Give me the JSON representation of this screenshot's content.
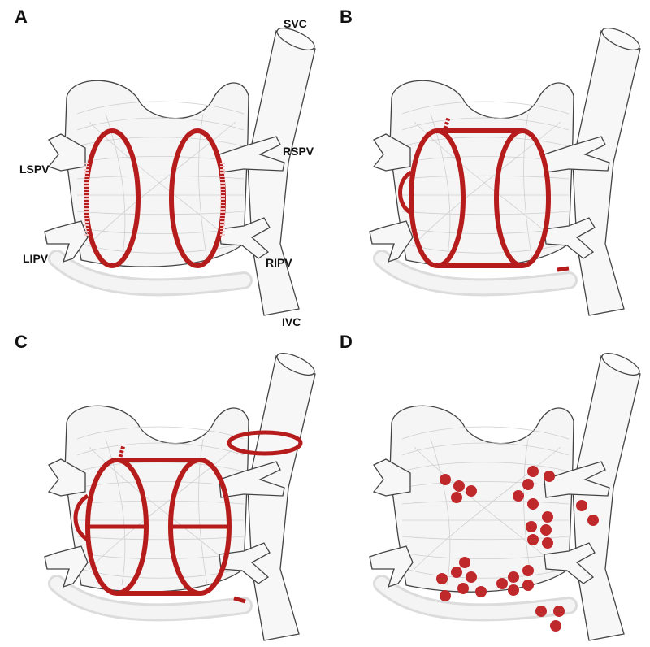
{
  "panels": [
    {
      "letter": "A"
    },
    {
      "letter": "B"
    },
    {
      "letter": "C"
    },
    {
      "letter": "D"
    }
  ],
  "vessel_labels": {
    "svc": "SVC",
    "ivc": "IVC",
    "lspv": "LSPV",
    "lipv": "LIPV",
    "rspv": "RSPV",
    "ripv": "RIPV"
  },
  "colors": {
    "lesion": "#b71c1c",
    "outline": "#444444",
    "fiber": "#c8c8c8",
    "sinus": "#d9d9d9"
  }
}
